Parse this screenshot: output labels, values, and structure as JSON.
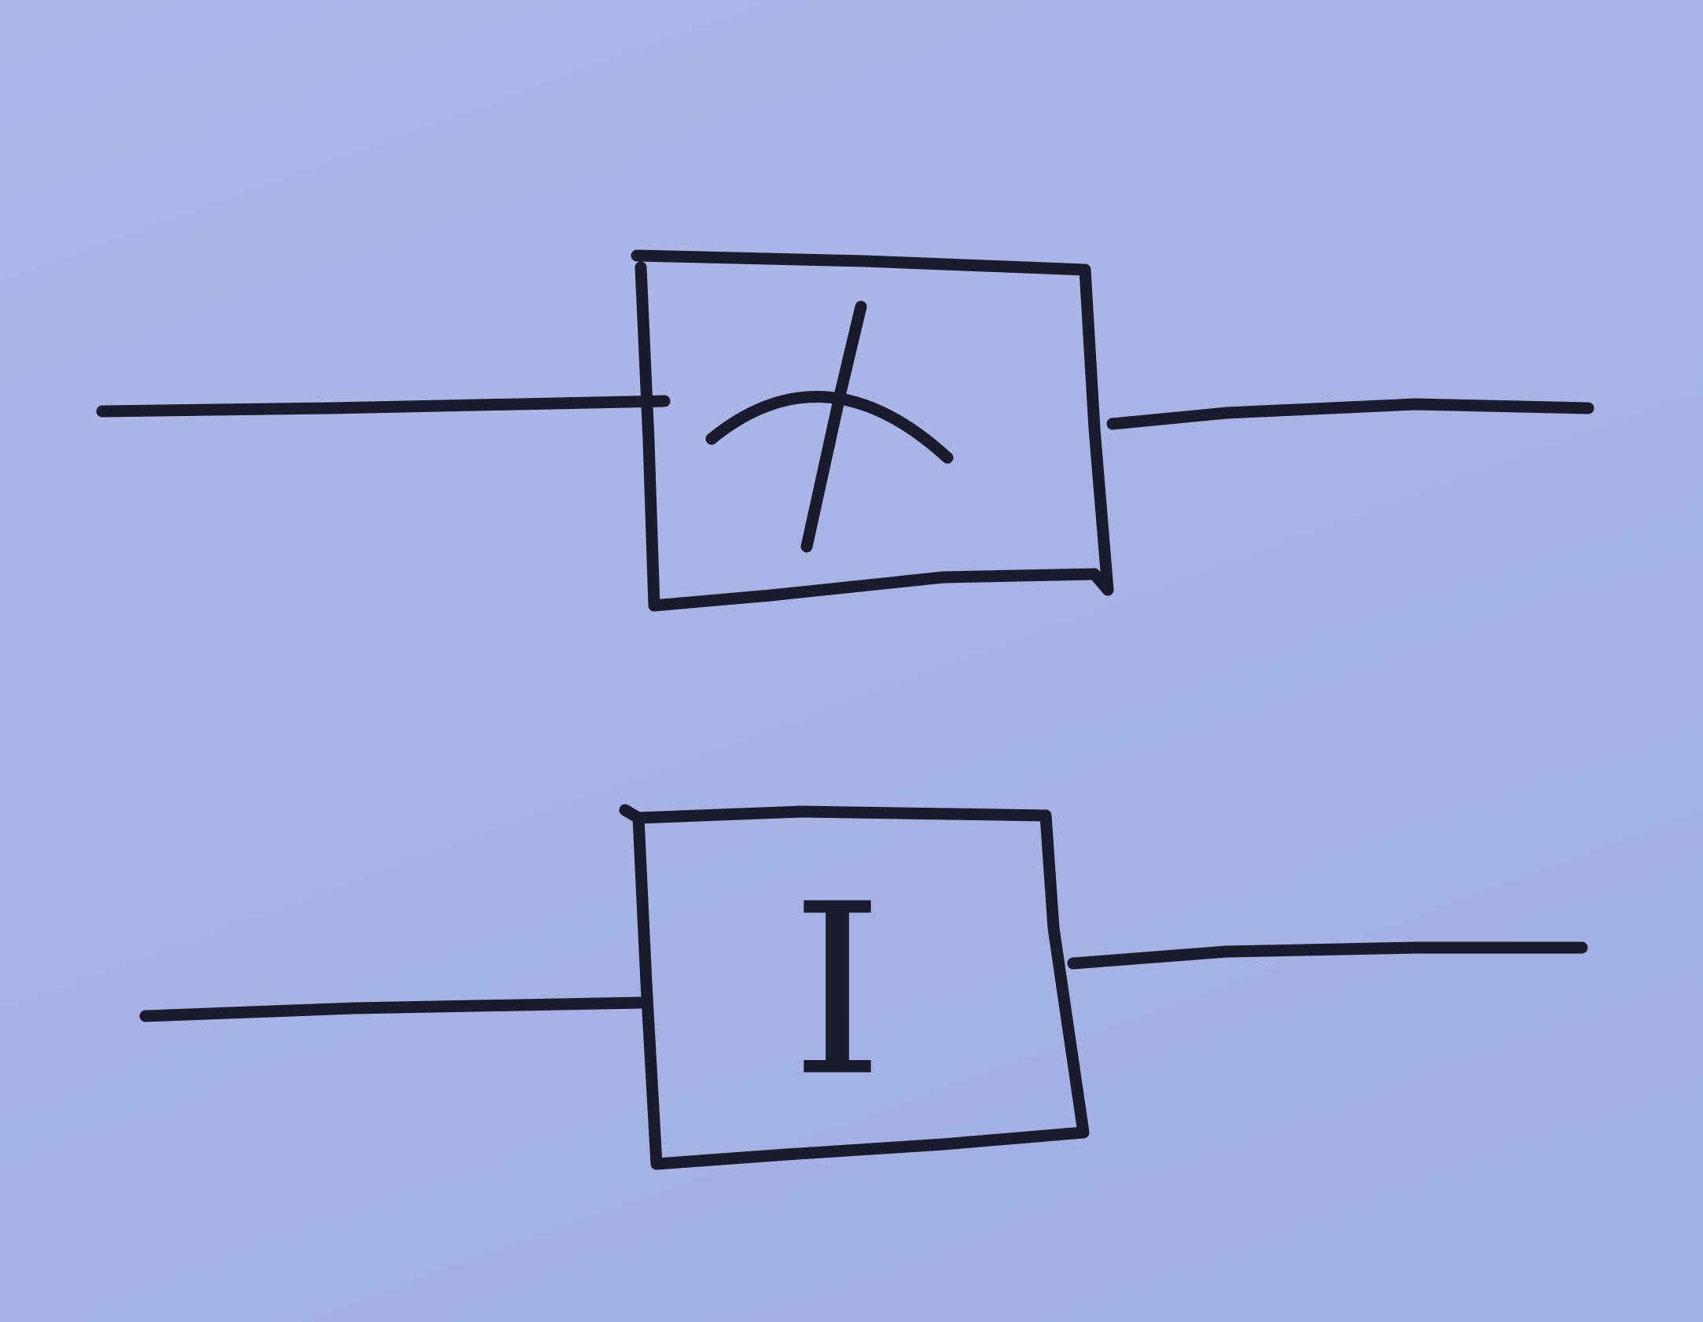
{
  "diagram": {
    "ink_color": "#1a1c2e",
    "paper_color": "#a9b4e6",
    "gates": [
      {
        "symbol": "measurement-meter-icon",
        "label": ""
      },
      {
        "symbol": "identity",
        "label": "I"
      }
    ],
    "wires": [
      {
        "role": "input",
        "gate": 0
      },
      {
        "role": "output",
        "gate": 0
      },
      {
        "role": "input",
        "gate": 1
      },
      {
        "role": "output",
        "gate": 1
      }
    ]
  }
}
